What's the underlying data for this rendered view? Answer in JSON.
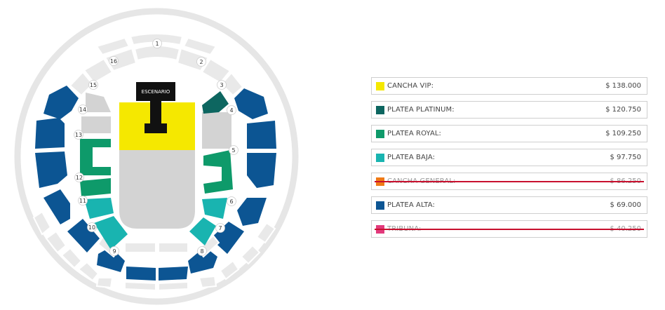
{
  "map": {
    "stage_label": "ESCENARIO",
    "sector_numbers": [
      "1",
      "2",
      "3",
      "4",
      "5",
      "6",
      "7",
      "8",
      "9",
      "10",
      "11",
      "12",
      "13",
      "14",
      "15",
      "16"
    ]
  },
  "colors": {
    "cancha_vip": "#f5e800",
    "platea_platinum": "#0d6660",
    "platea_royal": "#0e9a6a",
    "platea_baja": "#19b4b0",
    "cancha_general": "#f07a15",
    "platea_alta": "#0c5593",
    "tribuna": "#e23a7c",
    "field": "#d3d3d3",
    "stage": "#111111",
    "ring": "#e6e6e6",
    "unavailable": "#e9e9e9"
  },
  "prices": [
    {
      "name": "CANCHA VIP:",
      "price": "$ 138.000",
      "color": "#f5e800",
      "sold_out": false
    },
    {
      "name": "PLATEA PLATINUM:",
      "price": "$ 120.750",
      "color": "#0d6660",
      "sold_out": false
    },
    {
      "name": "PLATEA ROYAL:",
      "price": "$ 109.250",
      "color": "#0e9a6a",
      "sold_out": false
    },
    {
      "name": "PLATEA BAJA:",
      "price": "$ 97.750",
      "color": "#19b4b0",
      "sold_out": false
    },
    {
      "name": "CANCHA GENERAL:",
      "price": "$ 86.250",
      "color": "#f07a15",
      "sold_out": true
    },
    {
      "name": "PLATEA ALTA:",
      "price": "$ 69.000",
      "color": "#0c5593",
      "sold_out": false
    },
    {
      "name": "TRIBUNA:",
      "price": "$ 40.250",
      "color": "#e23a7c",
      "sold_out": true
    }
  ]
}
